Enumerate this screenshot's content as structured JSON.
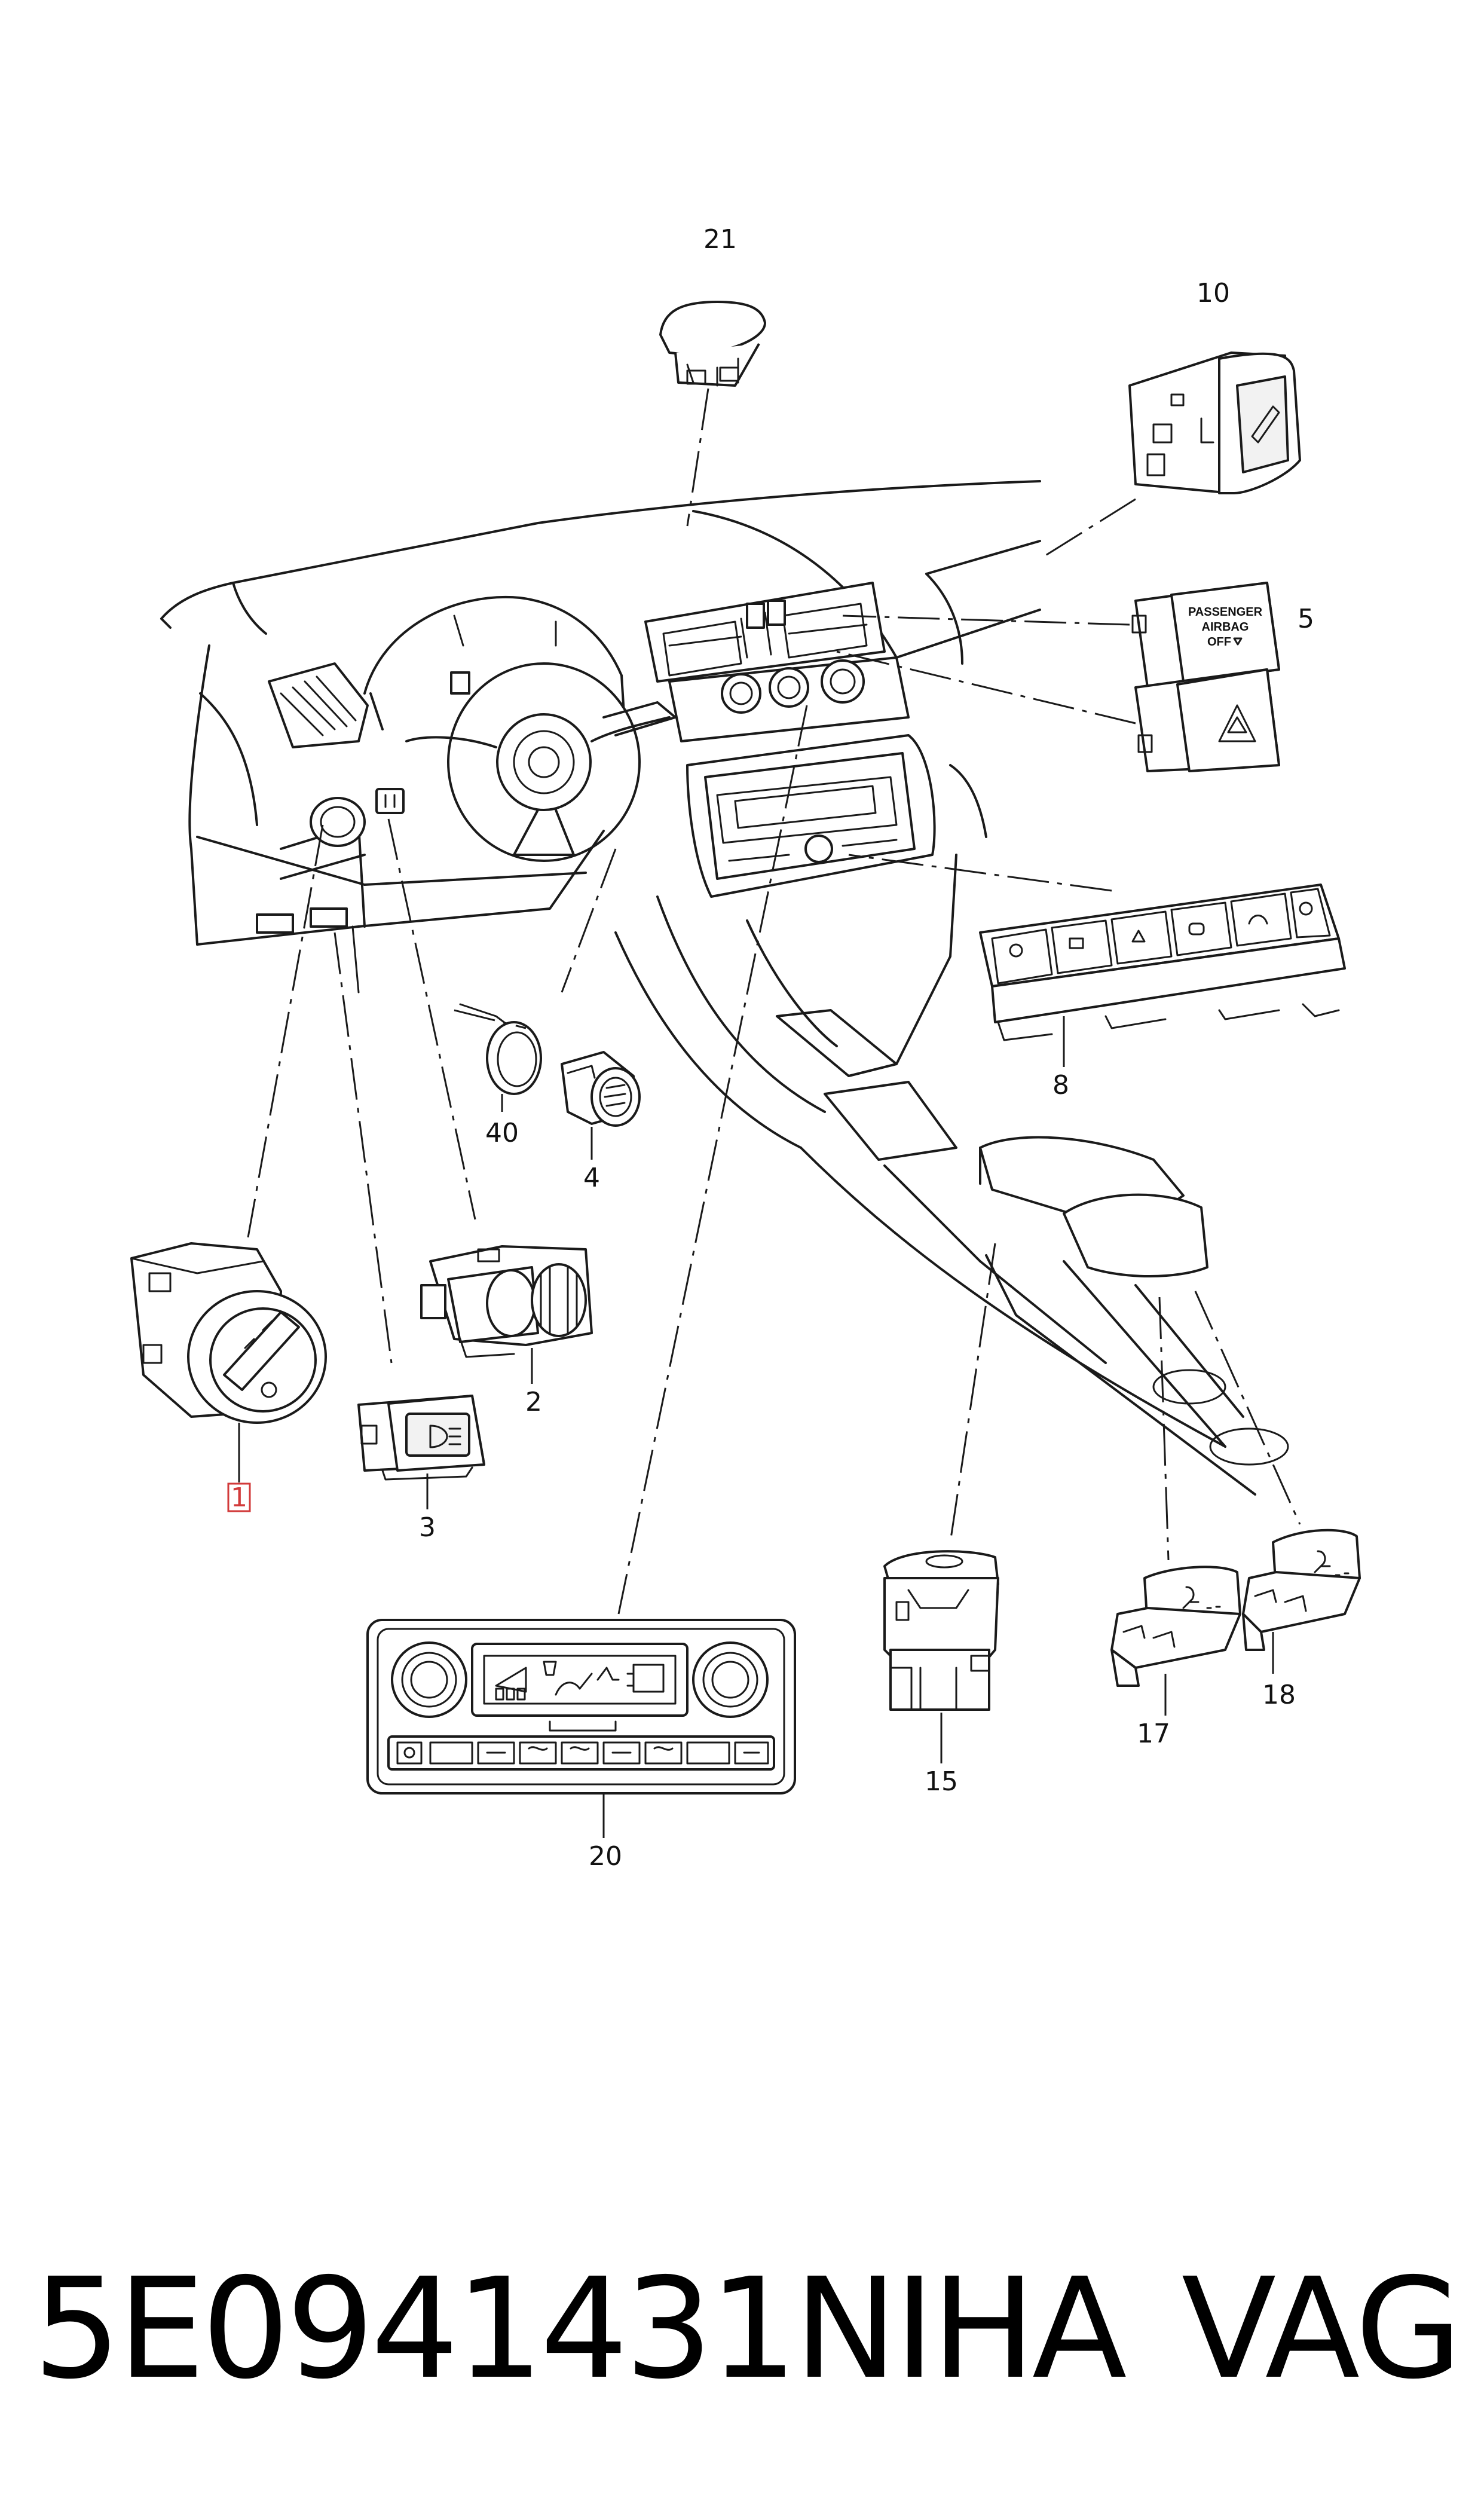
{
  "diagram": {
    "labels": {
      "p1": "1",
      "p2": "2",
      "p3": "3",
      "p4": "4",
      "p5": "5",
      "p8": "8",
      "p10": "10",
      "p15": "15",
      "p17": "17",
      "p18": "18",
      "p20": "20",
      "p21": "21",
      "p40": "40"
    },
    "highlighted_label": "1",
    "switch_text": {
      "line1": "PASSENGER",
      "line2": "AIRBAG",
      "line3": "OFF"
    },
    "colors": {
      "line": "#1a1a1a",
      "highlight": "#d23a3a"
    }
  },
  "footer": {
    "part_number": "5E0941431NIHA",
    "brand": "VAG"
  }
}
